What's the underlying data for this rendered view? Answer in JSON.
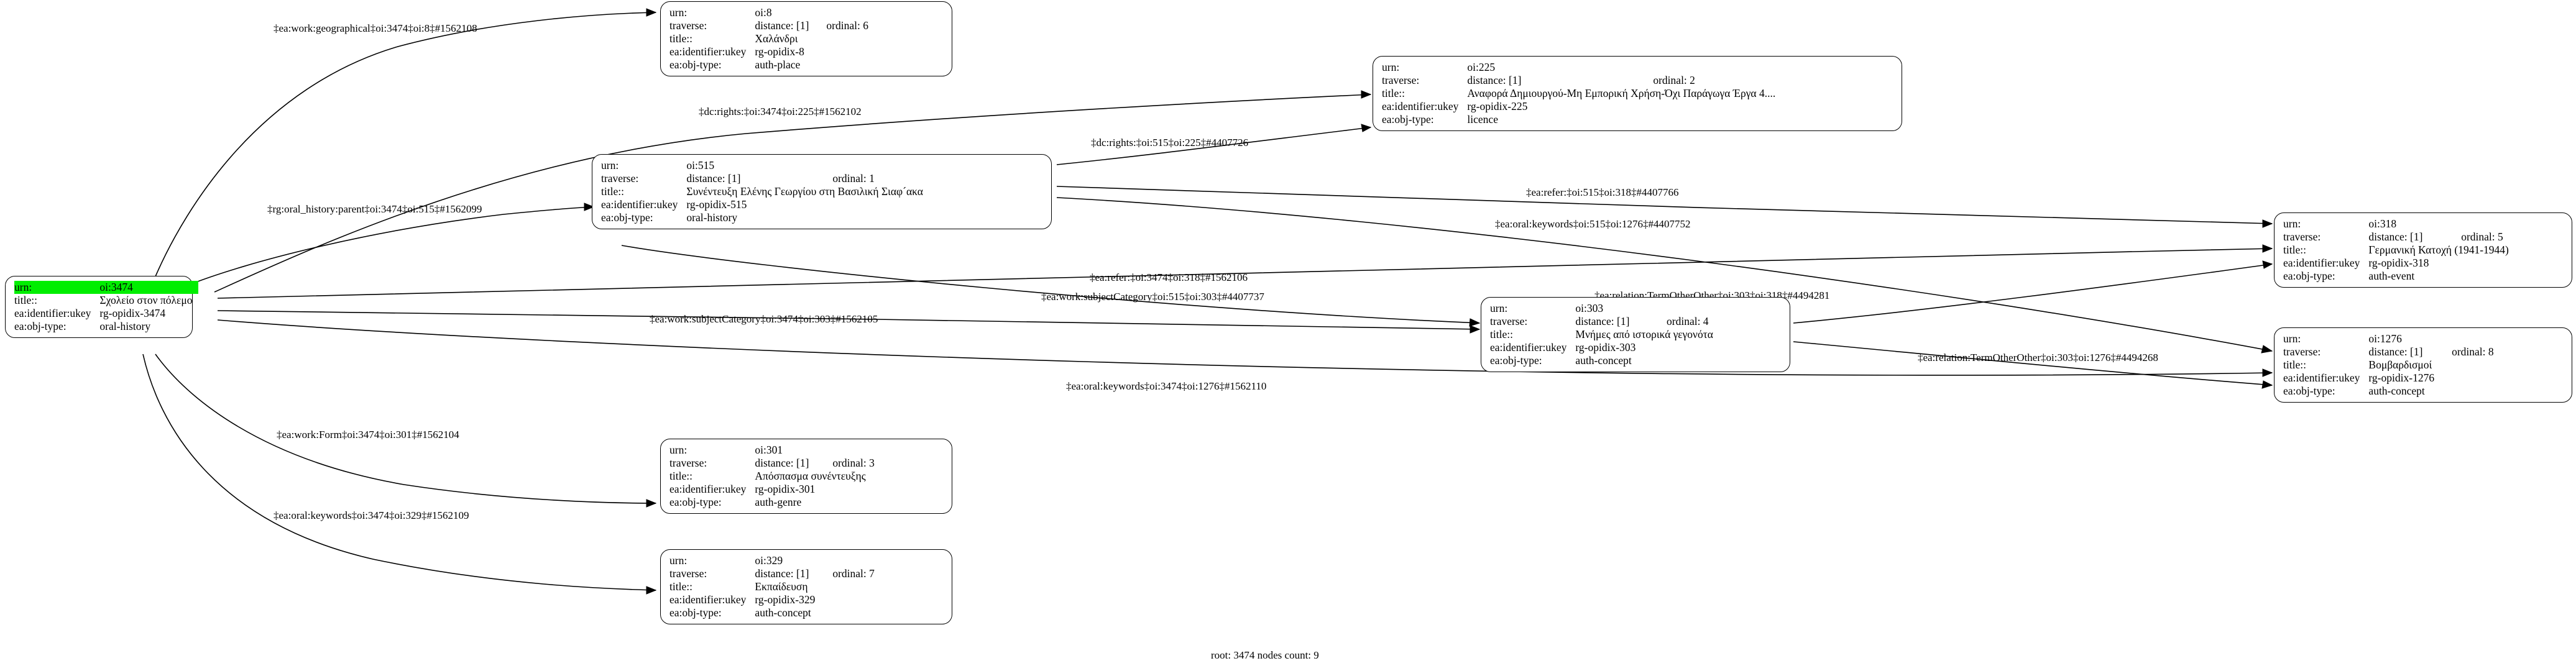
{
  "graph": {
    "footer": "root: 3474 nodes count: 9",
    "root_urn": "oi:3474",
    "node_count": "9",
    "highlight_color": "#00ee00",
    "labels": {
      "urn": "urn:",
      "traverse": "traverse:",
      "title": "title::",
      "ukey": "ea:identifier:ukey",
      "objtype": "ea:obj-type:"
    },
    "nodes": [
      {
        "id": "root-3474",
        "urn": "oi:3474",
        "traverse": "",
        "ordinal": "",
        "title": "Σχολείο στον πόλεμο",
        "ukey": "rg-opidix-3474",
        "objtype": "oral-history",
        "highlighted": "true"
      },
      {
        "id": "node-8",
        "urn": "oi:8",
        "traverse": "distance: [1]",
        "ordinal": "ordinal: 6",
        "title": "Χαλάνδρι",
        "ukey": "rg-opidix-8",
        "objtype": "auth-place",
        "highlighted": "false"
      },
      {
        "id": "node-225",
        "urn": "oi:225",
        "traverse": "distance: [1]",
        "ordinal": "ordinal: 2",
        "title": "Αναφορά Δημιουργού-Μη Εμπορική Χρήση-Όχι Παράγωγα Έργα 4....",
        "ukey": "rg-opidix-225",
        "objtype": "licence",
        "highlighted": "false"
      },
      {
        "id": "node-515",
        "urn": "oi:515",
        "traverse": "distance: [1]",
        "ordinal": "ordinal: 1",
        "title": "Συνέντευξη Ελένης Γεωργίου στη Βασιλική Σιαφ´ακα",
        "ukey": "rg-opidix-515",
        "objtype": "oral-history",
        "highlighted": "false"
      },
      {
        "id": "node-318",
        "urn": "oi:318",
        "traverse": "distance: [1]",
        "ordinal": "ordinal: 5",
        "title": "Γερμανική Κατοχή (1941-1944)",
        "ukey": "rg-opidix-318",
        "objtype": "auth-event",
        "highlighted": "false"
      },
      {
        "id": "node-303",
        "urn": "oi:303",
        "traverse": "distance: [1]",
        "ordinal": "ordinal: 4",
        "title": "Μνήμες από ιστορικά γεγονότα",
        "ukey": "rg-opidix-303",
        "objtype": "auth-concept",
        "highlighted": "false"
      },
      {
        "id": "node-1276",
        "urn": "oi:1276",
        "traverse": "distance: [1]",
        "ordinal": "ordinal: 8",
        "title": "Βομβαρδισμοί",
        "ukey": "rg-opidix-1276",
        "objtype": "auth-concept",
        "highlighted": "false"
      },
      {
        "id": "node-301",
        "urn": "oi:301",
        "traverse": "distance: [1]",
        "ordinal": "ordinal: 3",
        "title": "Απόσπασμα συνέντευξης",
        "ukey": "rg-opidix-301",
        "objtype": "auth-genre",
        "highlighted": "false"
      },
      {
        "id": "node-329",
        "urn": "oi:329",
        "traverse": "distance: [1]",
        "ordinal": "ordinal: 7",
        "title": "Εκπαίδευση",
        "ukey": "rg-opidix-329",
        "objtype": "auth-concept",
        "highlighted": "false"
      }
    ],
    "edges": [
      {
        "id": "e-3474-8",
        "label": "‡ea:work:geographical‡oi:3474‡oi:8‡#1562108"
      },
      {
        "id": "e-3474-225",
        "label": "‡dc:rights:‡oi:3474‡oi:225‡#1562102"
      },
      {
        "id": "e-3474-515",
        "label": "‡rg:oral_history:parent‡oi:3474‡oi:515‡#1562099"
      },
      {
        "id": "e-515-225",
        "label": "‡dc:rights:‡oi:515‡oi:225‡#4407726"
      },
      {
        "id": "e-515-318",
        "label": "‡ea:refer:‡oi:515‡oi:318‡#4407766"
      },
      {
        "id": "e-515-1276",
        "label": "‡ea:oral:keywords‡oi:515‡oi:1276‡#4407752"
      },
      {
        "id": "e-3474-318",
        "label": "‡ea:refer:‡oi:3474‡oi:318‡#1562106"
      },
      {
        "id": "e-515-303",
        "label": "‡ea:work:subjectCategory‡oi:515‡oi:303‡#4407737"
      },
      {
        "id": "e-3474-303",
        "label": "‡ea:work:subjectCategory‡oi:3474‡oi:303‡#1562105"
      },
      {
        "id": "e-3474-1276",
        "label": "‡ea:oral:keywords‡oi:3474‡oi:1276‡#1562110"
      },
      {
        "id": "e-3474-301",
        "label": "‡ea:work:Form‡oi:3474‡oi:301‡#1562104"
      },
      {
        "id": "e-3474-329",
        "label": "‡ea:oral:keywords‡oi:3474‡oi:329‡#1562109"
      },
      {
        "id": "e-303-318",
        "label": "‡ea:relation:TermOtherOther‡oi:303‡oi:318‡#4494281"
      },
      {
        "id": "e-303-1276",
        "label": "‡ea:relation:TermOtherOther‡oi:303‡oi:1276‡#4494268"
      }
    ]
  }
}
